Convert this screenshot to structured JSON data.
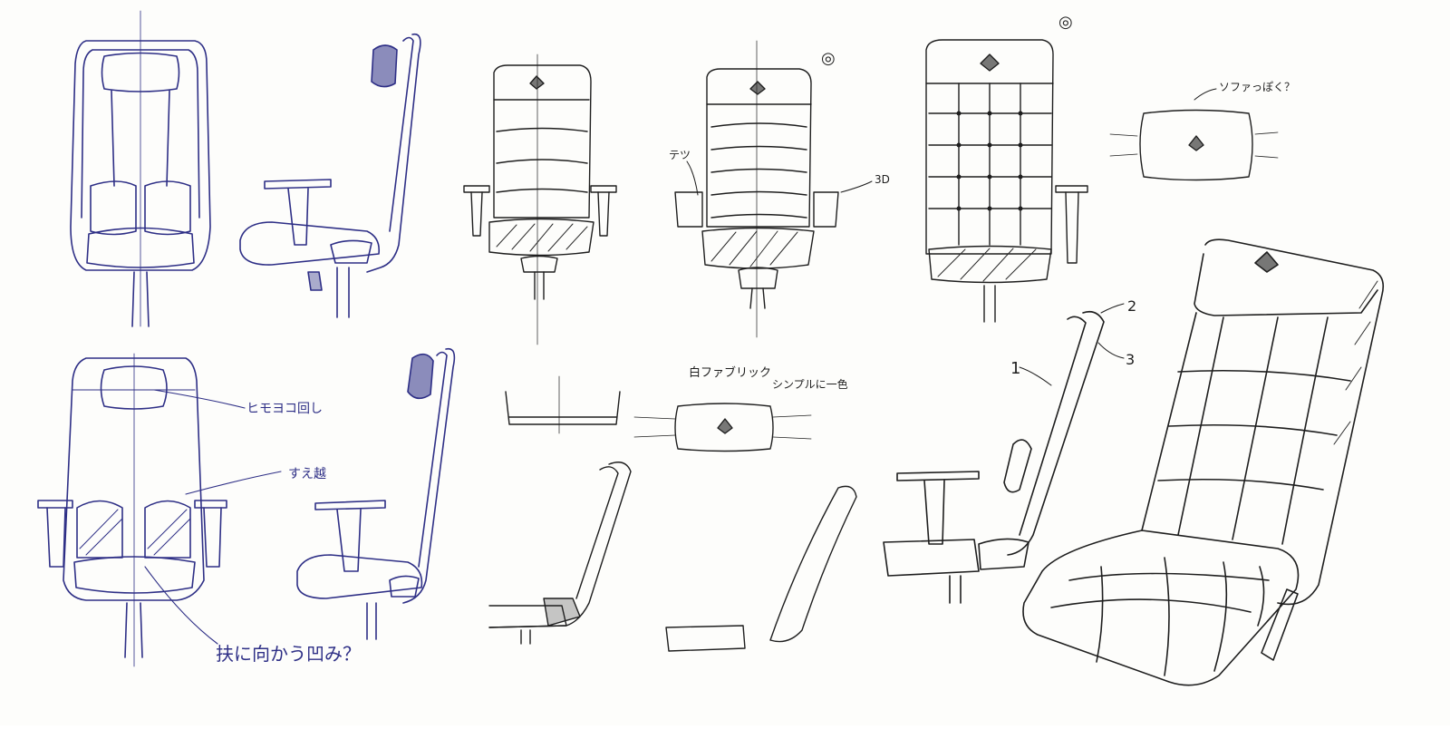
{
  "sheet": {
    "type": "chair design sketch sheet",
    "ink_colors": {
      "blue_pen": "#2e2f86",
      "pencil": "#1e1e1e"
    }
  },
  "annotations": {
    "headrest_note": "ヒモヨコ回し",
    "side_note": "すえ越",
    "seat_hollow_note": "扶に向かう凹み？",
    "fabric_note": "白ファブリック",
    "simple_note": "シンプルに一色",
    "sofa_note": "ソファっぽく？",
    "stitch_note": "テツ",
    "three_d_note": "3D",
    "callout_1": "1",
    "callout_2": "2",
    "callout_3": "3",
    "circle_mark_1": "◎",
    "circle_mark_2": "◎"
  }
}
